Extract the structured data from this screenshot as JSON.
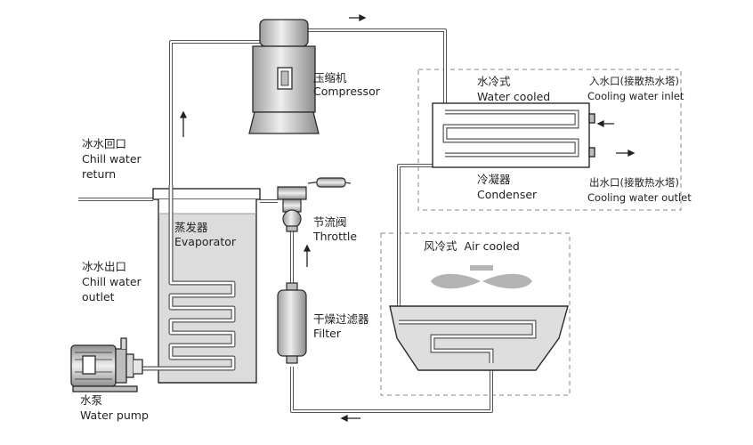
{
  "labels": {
    "compressor_cn": "压缩机",
    "compressor_en": "Compressor",
    "chill_return_cn": "冰水回口",
    "chill_return_en1": "Chill water",
    "chill_return_en2": "return",
    "evaporator_cn": "蒸发器",
    "evaporator_en": "Evaporator",
    "throttle_cn": "节流阀",
    "throttle_en": "Throttle",
    "chill_outlet_cn": "冰水出口",
    "chill_outlet_en1": "Chill water",
    "chill_outlet_en2": "outlet",
    "filter_cn": "干燥过滤器",
    "filter_en": "Filter",
    "pump_cn": "水泵",
    "pump_en": "Water pump",
    "water_cooled_cn": "水冷式",
    "water_cooled_en": "Water cooled",
    "inlet_cn": "入水口(接散热水塔)",
    "inlet_en": "Cooling water inlet",
    "condenser_cn": "冷凝器",
    "condenser_en": "Condenser",
    "outlet_cn": "出水口(接散热水塔)",
    "outlet_en": "Cooling water outlet",
    "air_cooled": "风冷式  Air cooled"
  },
  "colors": {
    "line": "#2a2a2a",
    "pipe": "#cfcfcf",
    "component_fill": "#e3e3e3",
    "dashed": "#888888"
  }
}
